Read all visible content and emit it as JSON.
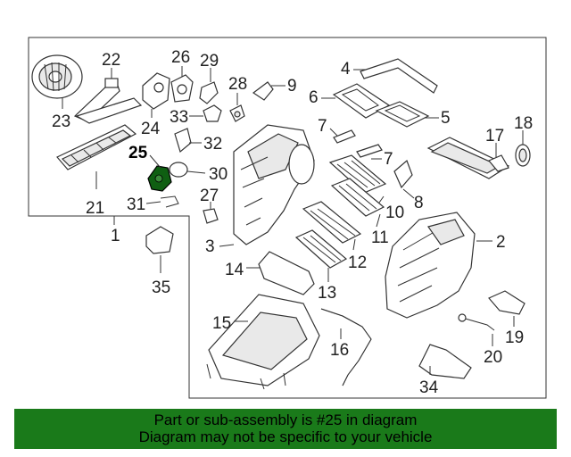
{
  "diagram": {
    "highlighted_part": "25",
    "labels": {
      "p1": "1",
      "p2": "2",
      "p3": "3",
      "p4": "4",
      "p5": "5",
      "p6": "6",
      "p7a": "7",
      "p7b": "7",
      "p8": "8",
      "p9": "9",
      "p10": "10",
      "p11": "11",
      "p12": "12",
      "p13": "13",
      "p14": "14",
      "p15": "15",
      "p16": "16",
      "p17": "17",
      "p18": "18",
      "p19": "19",
      "p20": "20",
      "p21": "21",
      "p22": "22",
      "p23": "23",
      "p24": "24",
      "p25": "25",
      "p26": "26",
      "p27": "27",
      "p28": "28",
      "p29": "29",
      "p30": "30",
      "p31": "31",
      "p32": "32",
      "p33": "33",
      "p34": "34",
      "p35": "35"
    }
  },
  "banner": {
    "line1": "Part or sub-assembly is #25 in diagram",
    "line2": "Diagram may not be specific to your vehicle",
    "color": "#1a7a1a"
  }
}
